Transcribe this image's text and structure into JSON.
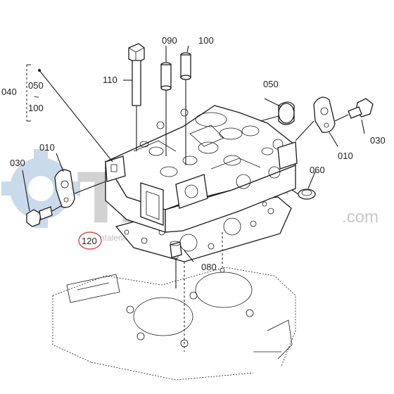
{
  "callouts": {
    "c040": "040",
    "c050a": "050",
    "tilde": "~",
    "c100a": "100",
    "c110": "110",
    "c090": "090",
    "c100b": "100",
    "c050b": "050",
    "c030a": "030",
    "c010a": "010",
    "c010b": "010",
    "c030b": "030",
    "c060": "060",
    "c080": "080",
    "c120": "120"
  },
  "watermark": {
    "brand": "Tr ter",
    "domain": ".com",
    "small": "ntalenio"
  },
  "colors": {
    "watermark_gear": "#c9daea",
    "watermark_text": "#cfcfcf",
    "highlight_ring": "#d9534f",
    "line": "#1a1a1a"
  }
}
